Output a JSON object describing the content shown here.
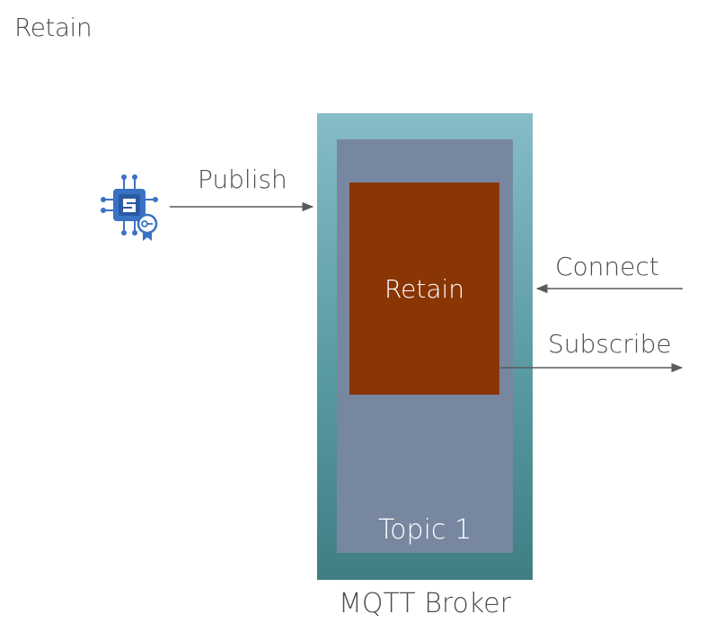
{
  "title": "Retain",
  "broker": {
    "label": "MQTT Broker",
    "topic_label": "Topic 1",
    "retain_label": "Retain"
  },
  "edges": {
    "publish": "Publish",
    "connect": "Connect",
    "subscribe": "Subscribe"
  },
  "icons": {
    "publisher": "iot-device-certificate-icon"
  },
  "colors": {
    "broker_top": "#86bcc7",
    "broker_bottom": "#3f7e83",
    "topic": "#7787a0",
    "retain": "#8a3504",
    "device": "#3b73c4",
    "arrow": "#5a5a5a"
  }
}
